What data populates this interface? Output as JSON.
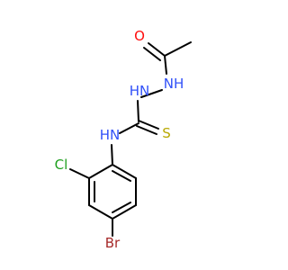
{
  "molecule": {
    "atoms": {
      "O": {
        "label": "O",
        "color": "#ff0d0d"
      },
      "NH_top": {
        "label": "NH",
        "color": "#3050f8"
      },
      "HN_mid": {
        "label": "HN",
        "color": "#3050f8"
      },
      "S": {
        "label": "S",
        "color": "#b8a800"
      },
      "HN_aryl": {
        "label": "HN",
        "color": "#3050f8"
      },
      "Cl": {
        "label": "Cl",
        "color": "#1fa01f"
      },
      "Br": {
        "label": "Br",
        "color": "#a62929"
      }
    },
    "bond_color": "#000000"
  }
}
